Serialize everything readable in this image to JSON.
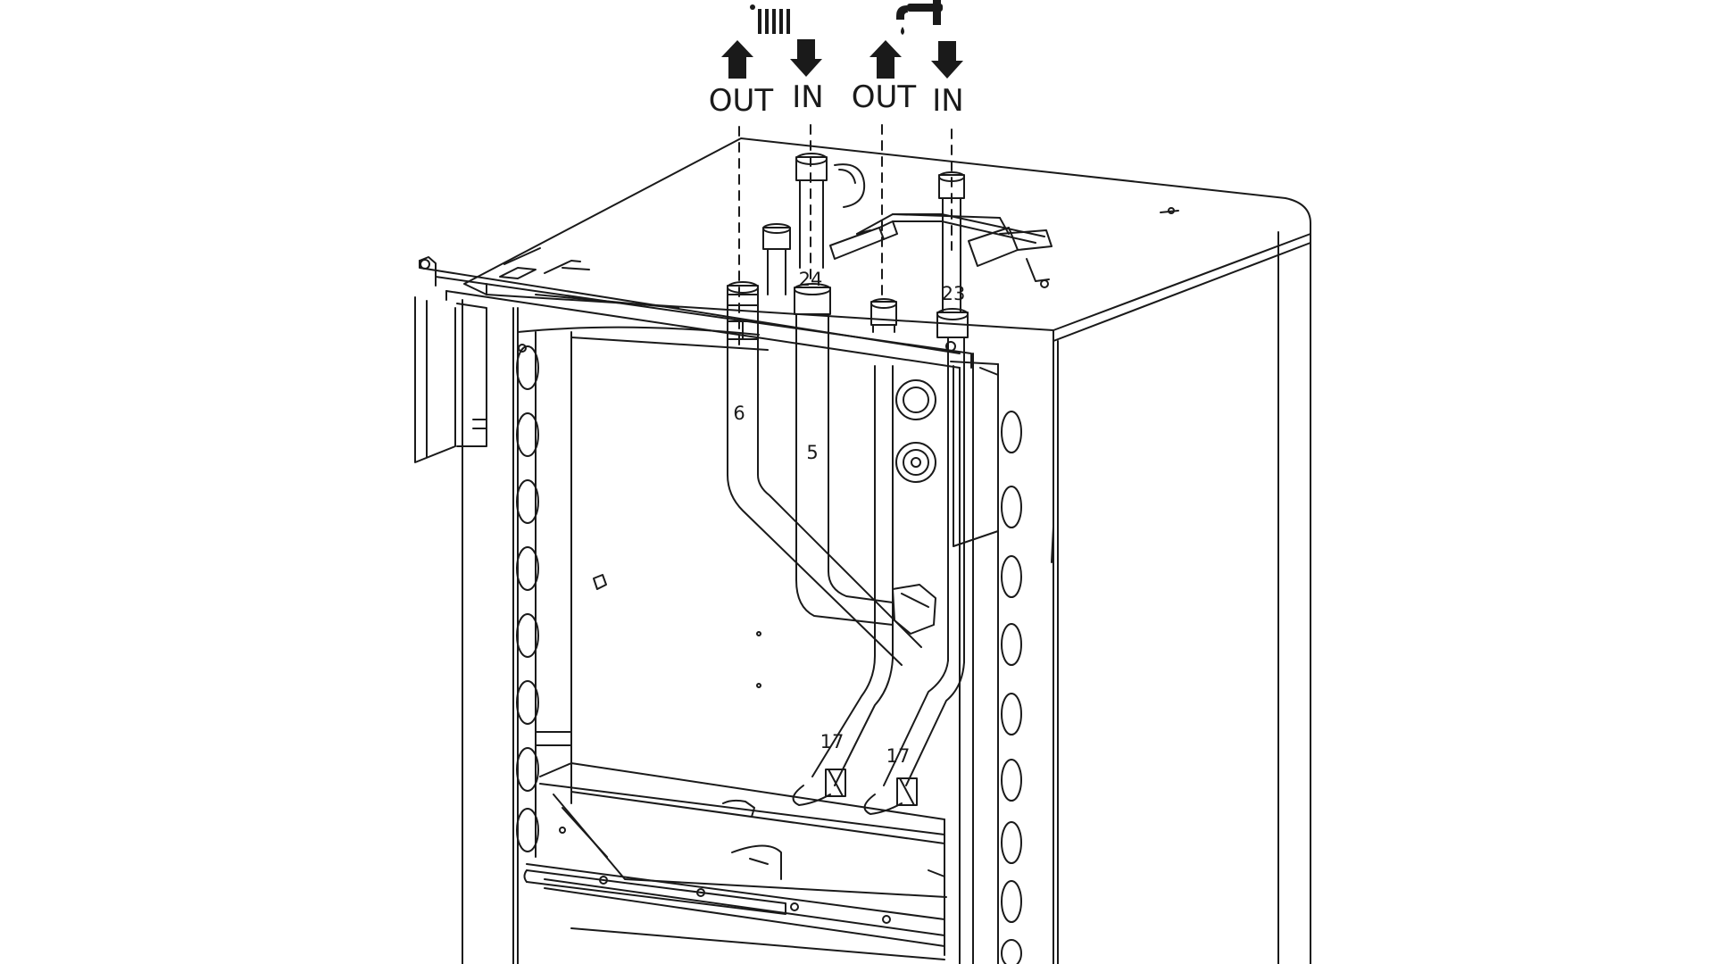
{
  "connections": [
    {
      "id": "heating-out",
      "label": "OUT",
      "arrow": "up"
    },
    {
      "id": "heating-in",
      "label": "IN",
      "arrow": "down"
    },
    {
      "id": "dhw-out",
      "label": "OUT",
      "arrow": "up"
    },
    {
      "id": "dhw-in",
      "label": "IN",
      "arrow": "down"
    }
  ],
  "group_icons": [
    {
      "id": "heating",
      "icon": "radiator-icon"
    },
    {
      "id": "domestic-hot-water",
      "icon": "water-tap-icon"
    }
  ],
  "callouts": [
    "24",
    "23",
    "6",
    "5",
    "17",
    "17"
  ],
  "colors": {
    "line": "#1a1a1a",
    "background": "#ffffff"
  }
}
